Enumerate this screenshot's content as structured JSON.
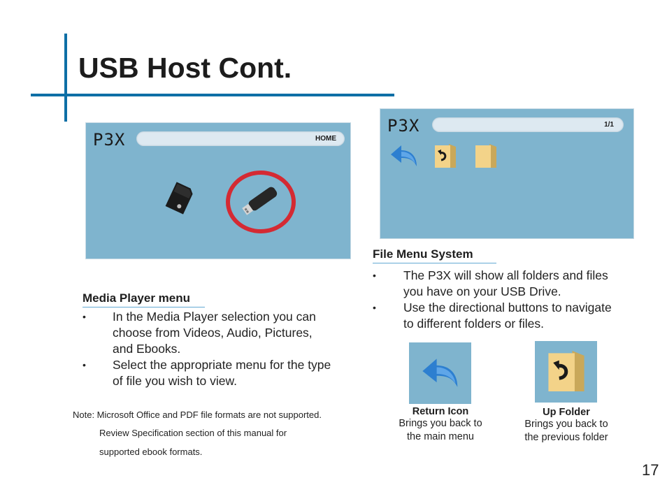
{
  "page": {
    "title": "USB Host Cont.",
    "page_number": "17"
  },
  "left_screen": {
    "logo": "P3X",
    "bar_label": "HOME",
    "icons": [
      "memory-card-icon",
      "usb-drive-icon"
    ],
    "highlight_color": "#d42a33"
  },
  "right_screen": {
    "logo": "P3X",
    "bar_label": "1/1",
    "icons": [
      "return-arrow-icon",
      "up-folder-icon",
      "folder-icon"
    ]
  },
  "media_player": {
    "heading": "Media Player menu",
    "bullets": [
      {
        "marker": "•",
        "lines": [
          "In the Media Player selection you can",
          "choose from Videos, Audio, Pictures,",
          "and Ebooks."
        ]
      },
      {
        "marker": "•",
        "lines": [
          "Select the appropriate menu for the type",
          "of file you wish to view."
        ]
      }
    ]
  },
  "note": {
    "lines": [
      "Note: Microsoft Office and PDF file formats are not supported.",
      "Review Specification section of this manual for",
      "supported ebook formats."
    ]
  },
  "file_menu": {
    "heading": "File Menu System",
    "bullets": [
      {
        "marker": "•",
        "lines": [
          "The P3X will show all folders and files",
          "you have on your USB Drive."
        ]
      },
      {
        "marker": "•",
        "lines": [
          "Use the directional buttons to navigate",
          "to different folders or files."
        ]
      }
    ]
  },
  "icon_legend": [
    {
      "icon": "return-arrow-icon",
      "title": "Return Icon",
      "lines": [
        "Brings you back to",
        "the main menu"
      ]
    },
    {
      "icon": "up-folder-icon",
      "title": "Up Folder",
      "lines": [
        "Brings you back to",
        "the previous folder"
      ]
    }
  ],
  "colors": {
    "accent_blue": "#0e6fa6",
    "screen_blue": "#7fb4ce",
    "underline_blue": "#63a9d3"
  }
}
